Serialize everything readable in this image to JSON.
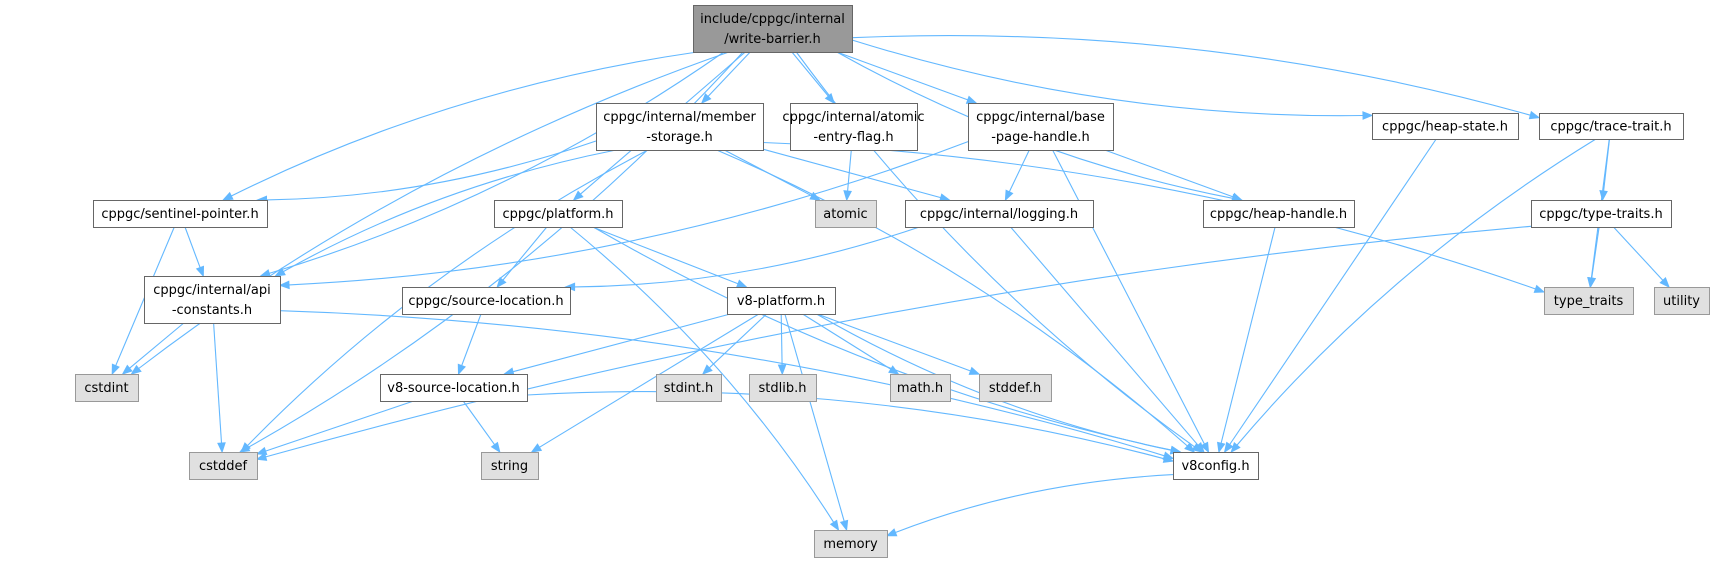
{
  "diagram": {
    "nodes": [
      {
        "id": "write_barrier",
        "kind": "root",
        "lines": [
          "include/cppgc/internal",
          "/write-barrier.h"
        ]
      },
      {
        "id": "member_storage",
        "kind": "header",
        "lines": [
          "cppgc/internal/member",
          "-storage.h"
        ]
      },
      {
        "id": "atomic_entry_flag",
        "kind": "header",
        "lines": [
          "cppgc/internal/atomic",
          "-entry-flag.h"
        ]
      },
      {
        "id": "base_page_handle",
        "kind": "header",
        "lines": [
          "cppgc/internal/base",
          "-page-handle.h"
        ]
      },
      {
        "id": "heap_state",
        "kind": "header",
        "lines": [
          "cppgc/heap-state.h"
        ]
      },
      {
        "id": "trace_trait",
        "kind": "header",
        "lines": [
          "cppgc/trace-trait.h"
        ]
      },
      {
        "id": "sentinel_pointer",
        "kind": "header",
        "lines": [
          "cppgc/sentinel-pointer.h"
        ]
      },
      {
        "id": "platform",
        "kind": "header",
        "lines": [
          "cppgc/platform.h"
        ]
      },
      {
        "id": "atomic",
        "kind": "system",
        "lines": [
          "atomic"
        ]
      },
      {
        "id": "logging",
        "kind": "header",
        "lines": [
          "cppgc/internal/logging.h"
        ]
      },
      {
        "id": "heap_handle",
        "kind": "header",
        "lines": [
          "cppgc/heap-handle.h"
        ]
      },
      {
        "id": "type_traits_h",
        "kind": "header",
        "lines": [
          "cppgc/type-traits.h"
        ]
      },
      {
        "id": "api_constants",
        "kind": "header",
        "lines": [
          "cppgc/internal/api",
          "-constants.h"
        ]
      },
      {
        "id": "source_location",
        "kind": "header",
        "lines": [
          "cppgc/source-location.h"
        ]
      },
      {
        "id": "v8_platform",
        "kind": "header",
        "lines": [
          "v8-platform.h"
        ]
      },
      {
        "id": "type_traits",
        "kind": "system",
        "lines": [
          "type_traits"
        ]
      },
      {
        "id": "utility",
        "kind": "system",
        "lines": [
          "utility"
        ]
      },
      {
        "id": "cstdint",
        "kind": "system",
        "lines": [
          "cstdint"
        ]
      },
      {
        "id": "v8_source_location",
        "kind": "header",
        "lines": [
          "v8-source-location.h"
        ]
      },
      {
        "id": "stdint_h",
        "kind": "system",
        "lines": [
          "stdint.h"
        ]
      },
      {
        "id": "stdlib_h",
        "kind": "system",
        "lines": [
          "stdlib.h"
        ]
      },
      {
        "id": "math_h",
        "kind": "system",
        "lines": [
          "math.h"
        ]
      },
      {
        "id": "stddef_h",
        "kind": "system",
        "lines": [
          "stddef.h"
        ]
      },
      {
        "id": "cstddef",
        "kind": "system",
        "lines": [
          "cstddef"
        ]
      },
      {
        "id": "string",
        "kind": "system",
        "lines": [
          "string"
        ]
      },
      {
        "id": "v8config",
        "kind": "header",
        "lines": [
          "v8config.h"
        ]
      },
      {
        "id": "memory",
        "kind": "system",
        "lines": [
          "memory"
        ]
      }
    ],
    "edges": [
      [
        "write_barrier",
        "member_storage"
      ],
      [
        "write_barrier",
        "atomic_entry_flag"
      ],
      [
        "write_barrier",
        "base_page_handle"
      ],
      [
        "write_barrier",
        "heap_state"
      ],
      [
        "write_barrier",
        "trace_trait"
      ],
      [
        "write_barrier",
        "sentinel_pointer"
      ],
      [
        "write_barrier",
        "platform"
      ],
      [
        "write_barrier",
        "heap_handle"
      ],
      [
        "write_barrier",
        "api_constants"
      ],
      [
        "write_barrier",
        "cstdint"
      ],
      [
        "write_barrier",
        "cstddef"
      ],
      [
        "write_barrier",
        "v8config"
      ],
      [
        "member_storage",
        "sentinel_pointer"
      ],
      [
        "member_storage",
        "api_constants"
      ],
      [
        "member_storage",
        "atomic"
      ],
      [
        "member_storage",
        "logging"
      ],
      [
        "member_storage",
        "type_traits"
      ],
      [
        "member_storage",
        "cstddef"
      ],
      [
        "member_storage",
        "v8config"
      ],
      [
        "atomic_entry_flag",
        "atomic"
      ],
      [
        "base_page_handle",
        "api_constants"
      ],
      [
        "base_page_handle",
        "logging"
      ],
      [
        "base_page_handle",
        "heap_handle"
      ],
      [
        "base_page_handle",
        "v8config"
      ],
      [
        "heap_state",
        "v8config"
      ],
      [
        "trace_trait",
        "type_traits_h"
      ],
      [
        "trace_trait",
        "type_traits"
      ],
      [
        "trace_trait",
        "v8config"
      ],
      [
        "sentinel_pointer",
        "api_constants"
      ],
      [
        "sentinel_pointer",
        "cstdint"
      ],
      [
        "platform",
        "source_location"
      ],
      [
        "platform",
        "v8_platform"
      ],
      [
        "platform",
        "memory"
      ],
      [
        "platform",
        "v8config"
      ],
      [
        "logging",
        "source_location"
      ],
      [
        "logging",
        "v8config"
      ],
      [
        "heap_handle",
        "v8config"
      ],
      [
        "type_traits_h",
        "cstddef"
      ],
      [
        "type_traits_h",
        "type_traits"
      ],
      [
        "type_traits_h",
        "utility"
      ],
      [
        "api_constants",
        "cstdint"
      ],
      [
        "api_constants",
        "cstddef"
      ],
      [
        "api_constants",
        "v8config"
      ],
      [
        "source_location",
        "v8_source_location"
      ],
      [
        "v8_platform",
        "v8_source_location"
      ],
      [
        "v8_platform",
        "stdint_h"
      ],
      [
        "v8_platform",
        "stdlib_h"
      ],
      [
        "v8_platform",
        "math_h"
      ],
      [
        "v8_platform",
        "stddef_h"
      ],
      [
        "v8_platform",
        "string"
      ],
      [
        "v8_platform",
        "memory"
      ],
      [
        "v8_platform",
        "v8config"
      ],
      [
        "v8_source_location",
        "cstddef"
      ],
      [
        "v8_source_location",
        "string"
      ],
      [
        "v8_source_location",
        "v8config"
      ],
      [
        "v8config",
        "memory"
      ]
    ]
  }
}
